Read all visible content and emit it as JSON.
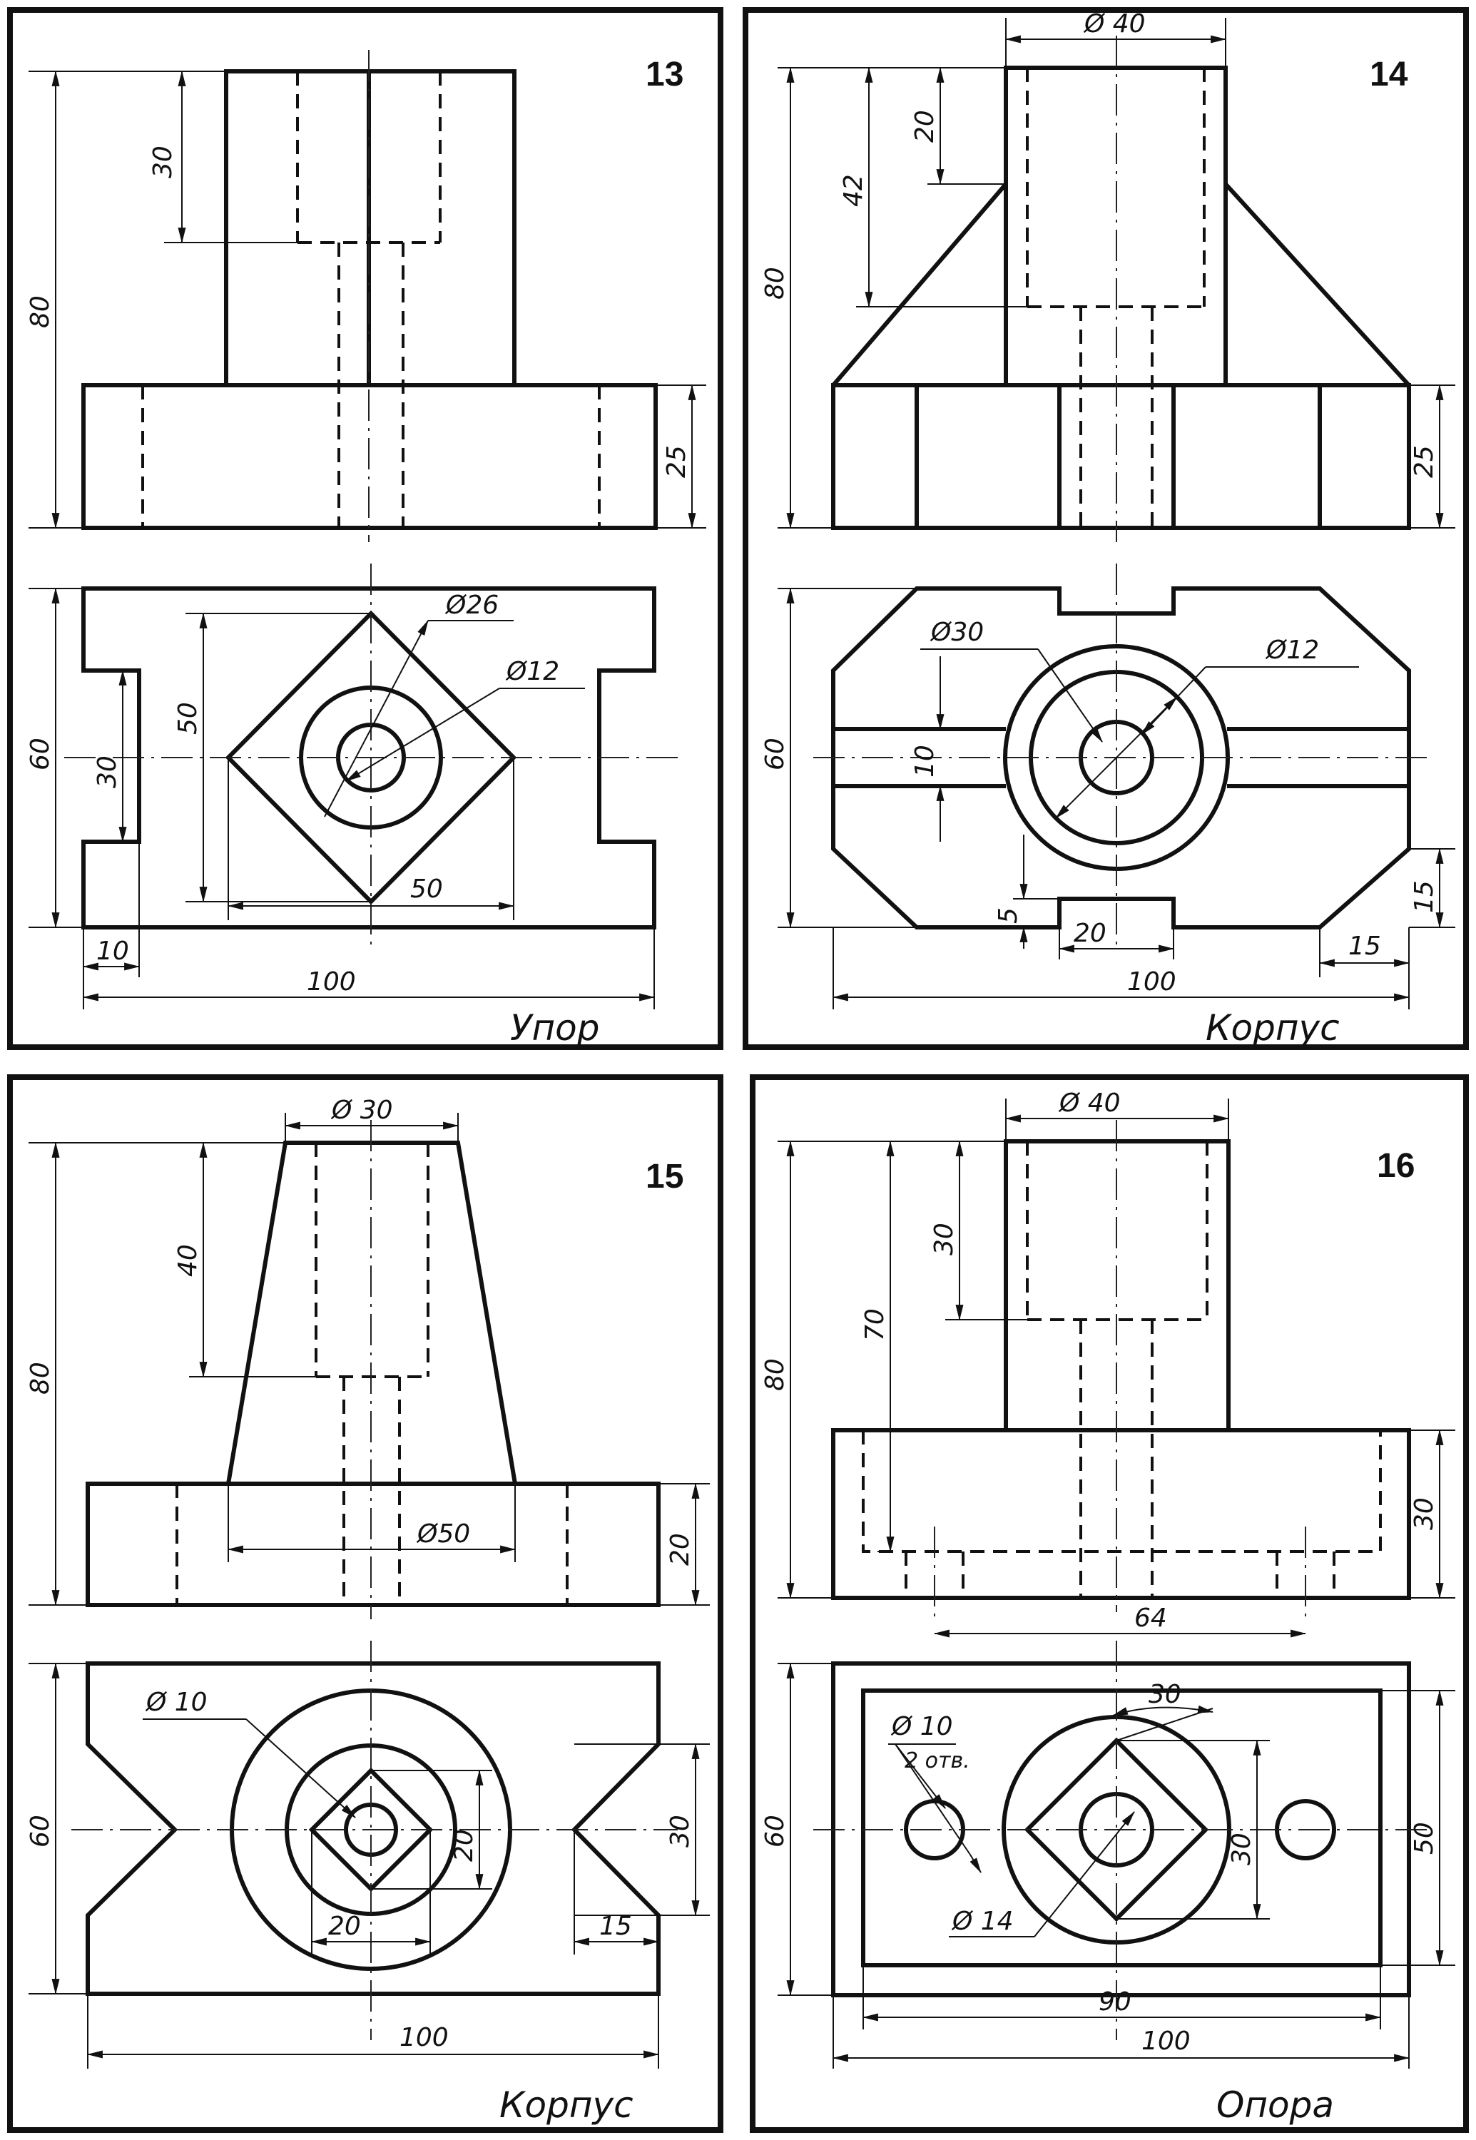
{
  "panels": [
    {
      "number": "13",
      "title": "Упор",
      "dimensions": {
        "overall_height": "80",
        "top_hole_depth": "30",
        "base_height": "25",
        "plan_depth": "60",
        "slot_width": "30",
        "square_height": "50",
        "square_width": "50",
        "outer_diameter": "Ø26",
        "inner_diameter": "Ø12",
        "slot_depth": "10",
        "overall_width": "100"
      }
    },
    {
      "number": "14",
      "title": "Корпус",
      "dimensions": {
        "top_diameter": "Ø 40",
        "hole_depth": "20",
        "cylinder_height": "42",
        "overall_height": "80",
        "base_height": "25",
        "plan_depth": "60",
        "large_diameter": "Ø30",
        "small_diameter": "Ø12",
        "rib_width": "10",
        "notch_depth": "5",
        "notch_width": "20",
        "chamfer_height": "15",
        "chamfer_width": "15",
        "overall_width": "100"
      }
    },
    {
      "number": "15",
      "title": "Корпус",
      "dimensions": {
        "top_diameter": "Ø 30",
        "hole_depth": "40",
        "overall_height": "80",
        "bottom_diameter": "Ø50",
        "base_height": "20",
        "hole_diameter": "Ø 10",
        "plan_depth": "60",
        "v_height": "30",
        "square_height": "20",
        "square_width": "20",
        "v_depth": "15",
        "overall_width": "100"
      }
    },
    {
      "number": "16",
      "title": "Опора",
      "dimensions": {
        "top_diameter": "Ø 40",
        "hole_depth": "30",
        "inner_height": "70",
        "overall_height": "80",
        "base_height": "30",
        "hole_spacing": "64",
        "side_hole_diameter": "Ø 10",
        "side_hole_count": "2 отв.",
        "square_top": "30",
        "square_side": "30",
        "plan_depth": "60",
        "inner_depth": "50",
        "center_hole_diameter": "Ø 14",
        "inner_width": "90",
        "overall_width": "100"
      }
    }
  ]
}
